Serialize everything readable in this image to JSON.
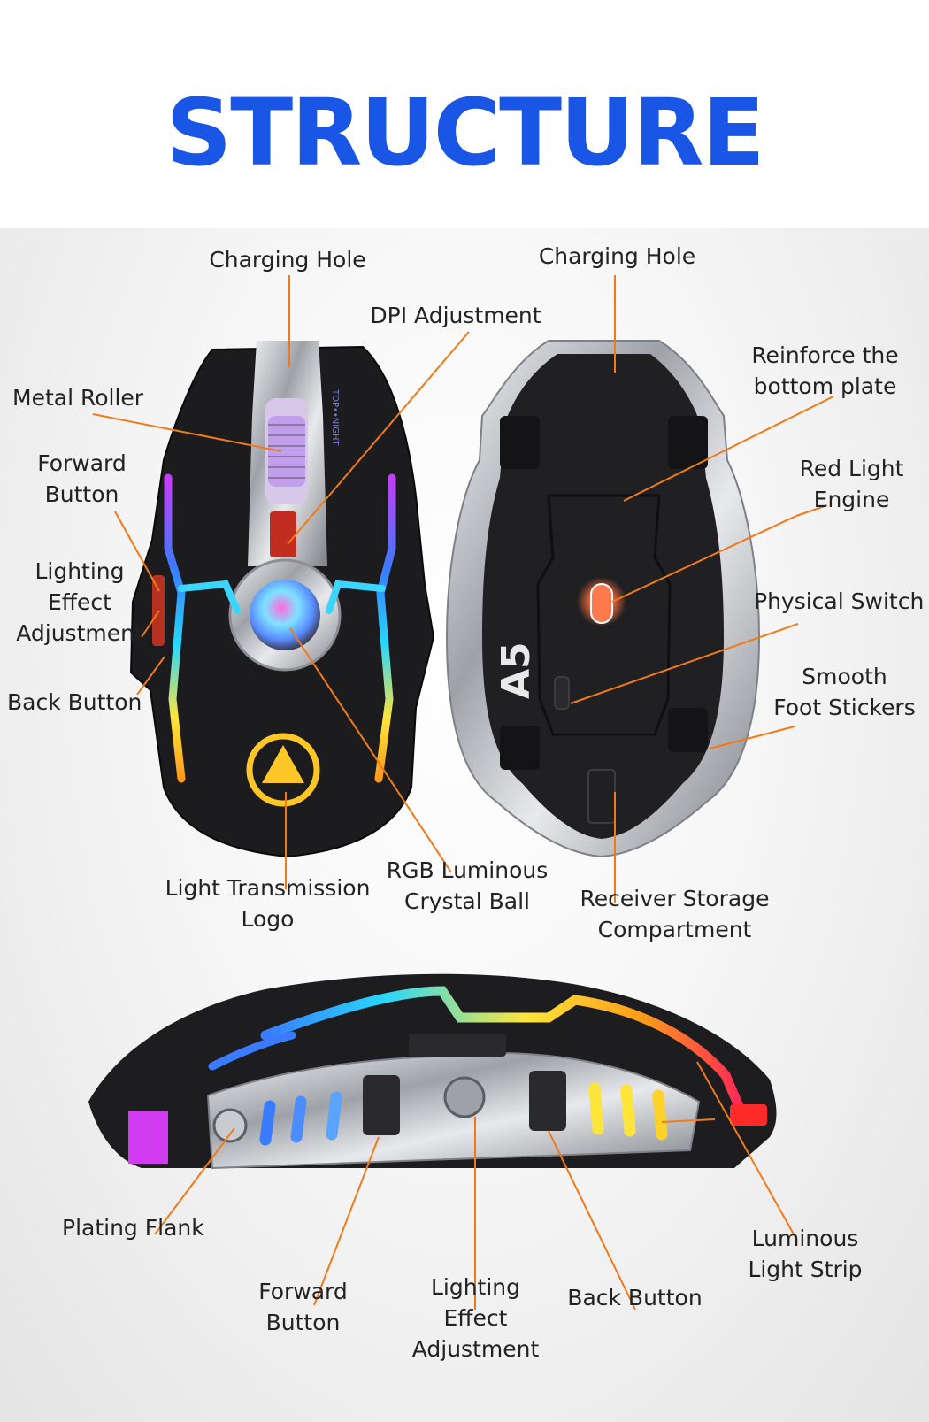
{
  "title": "STRUCTURE",
  "colors": {
    "title": "#1a56e6",
    "leader_line": "#f07a1a",
    "mouse_body": "#1c1c1f",
    "plating": "#b9bcc2",
    "rgb_strip": [
      "#3a7bff",
      "#25d7ff",
      "#ffe53a",
      "#ff9a1a",
      "#ff2a55",
      "#c63cff"
    ]
  },
  "top_view_labels": {
    "charging_hole": "Charging Hole",
    "dpi_adjustment": "DPI Adjustment",
    "metal_roller": "Metal Roller",
    "forward_button": "Forward\nButton",
    "lighting_effect_adjustment": "Lighting\nEffect\nAdjustment",
    "back_button": "Back Button",
    "light_transmission_logo": "Light Transmission\nLogo",
    "rgb_crystal_ball": "RGB Luminous\nCrystal Ball"
  },
  "bottom_view_labels": {
    "charging_hole": "Charging Hole",
    "reinforce_bottom_plate": "Reinforce the\nbottom plate",
    "red_light_engine": "Red Light\nEngine",
    "physical_switch": "Physical Switch",
    "smooth_foot_stickers": "Smooth\nFoot Stickers",
    "receiver_storage": "Receiver Storage\nCompartment"
  },
  "side_view_labels": {
    "plating_flank": "Plating Flank",
    "forward_button": "Forward\nButton",
    "lighting_effect_adjustment": "Lighting\nEffect\nAdjustment",
    "back_button": "Back Button",
    "luminous_light_strip": "Luminous\nLight Strip"
  },
  "product_print": {
    "model": "A5",
    "brand_text": "TOP••NIGHT"
  }
}
